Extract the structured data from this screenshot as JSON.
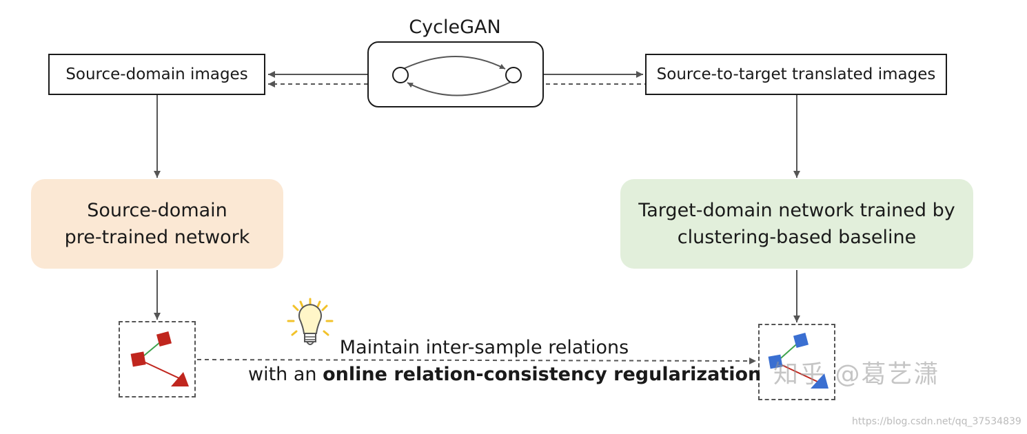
{
  "cyclegan": {
    "label": "CycleGAN"
  },
  "nodes": {
    "source_images": "Source-domain images",
    "translated_images": "Source-to-target translated images",
    "source_network": [
      "Source-domain",
      "pre-trained network"
    ],
    "target_network": [
      "Target-domain network trained by",
      "clustering-based baseline"
    ]
  },
  "caption": {
    "line1": "Maintain inter-sample relations",
    "line2_prefix": "with an ",
    "line2_bold": "online relation-consistency regularization"
  },
  "watermark": {
    "zhihu": "知乎 @葛艺潇",
    "url": "https://blog.csdn.net/qq_37534839"
  },
  "colors": {
    "source_card": "#fbe8d4",
    "target_card": "#e2efdb",
    "relation_red": "#c0261e",
    "relation_blue": "#3a6fd1",
    "relation_green": "#3fa34d",
    "arrow_gray": "#555555"
  },
  "icons": {
    "idea": "lightbulb-icon"
  }
}
